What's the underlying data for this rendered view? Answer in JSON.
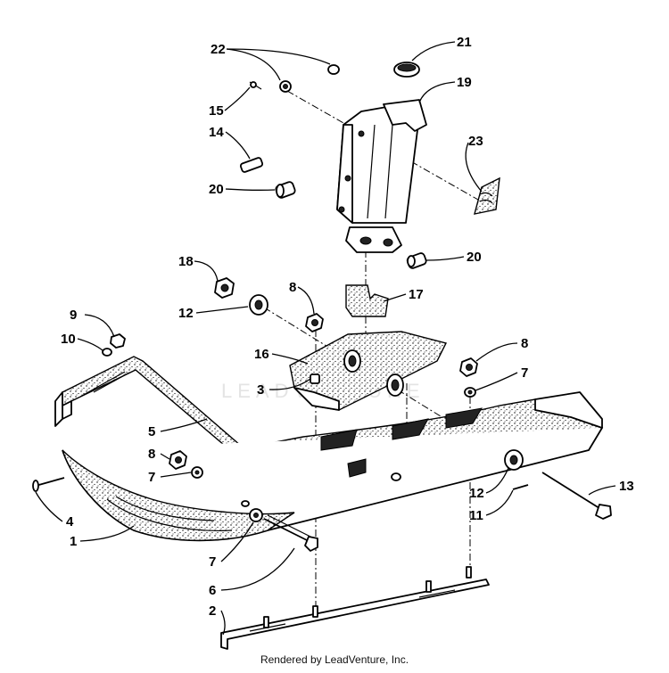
{
  "callouts": {
    "c1": "1",
    "c2": "2",
    "c3": "3",
    "c4": "4",
    "c5": "5",
    "c6": "6",
    "c7a": "7",
    "c7b": "7",
    "c7c": "7",
    "c8a": "8",
    "c8b": "8",
    "c8c": "8",
    "c9": "9",
    "c10": "10",
    "c11": "11",
    "c12a": "12",
    "c12b": "12",
    "c13": "13",
    "c14": "14",
    "c15": "15",
    "c16": "16",
    "c17": "17",
    "c18": "18",
    "c19": "19",
    "c20a": "20",
    "c20b": "20",
    "c21": "21",
    "c22": "22",
    "c23": "23"
  },
  "watermark": "LEADVENTURE",
  "footer": "Rendered by LeadVenture, Inc.",
  "colors": {
    "ink": "#000000",
    "background": "#ffffff",
    "watermark": "#e4e4e4"
  }
}
